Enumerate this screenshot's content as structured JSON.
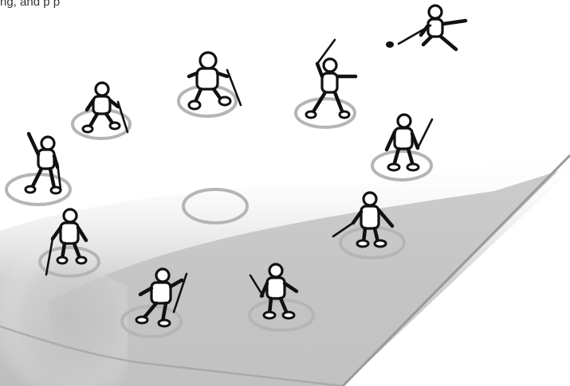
{
  "caption": "ng, and p p",
  "colors": {
    "ice_shadow": "#bdbdbd",
    "ring": "#b5b5b5",
    "ink": "#111111"
  },
  "players": [
    {
      "name": "player-top-right-shooting",
      "icon": "hockey-player-icon"
    },
    {
      "name": "player-raised-stick",
      "icon": "hockey-player-icon"
    },
    {
      "name": "player-top-center",
      "icon": "hockey-player-icon"
    },
    {
      "name": "player-upper-left",
      "icon": "hockey-player-icon"
    },
    {
      "name": "player-left-waving",
      "icon": "hockey-player-icon"
    },
    {
      "name": "player-right-upper",
      "icon": "hockey-player-icon"
    },
    {
      "name": "player-right-middle",
      "icon": "hockey-player-icon"
    },
    {
      "name": "player-left-lower",
      "icon": "hockey-player-icon"
    },
    {
      "name": "player-bottom-left",
      "icon": "hockey-player-icon"
    },
    {
      "name": "player-bottom-center",
      "icon": "hockey-player-icon"
    }
  ]
}
